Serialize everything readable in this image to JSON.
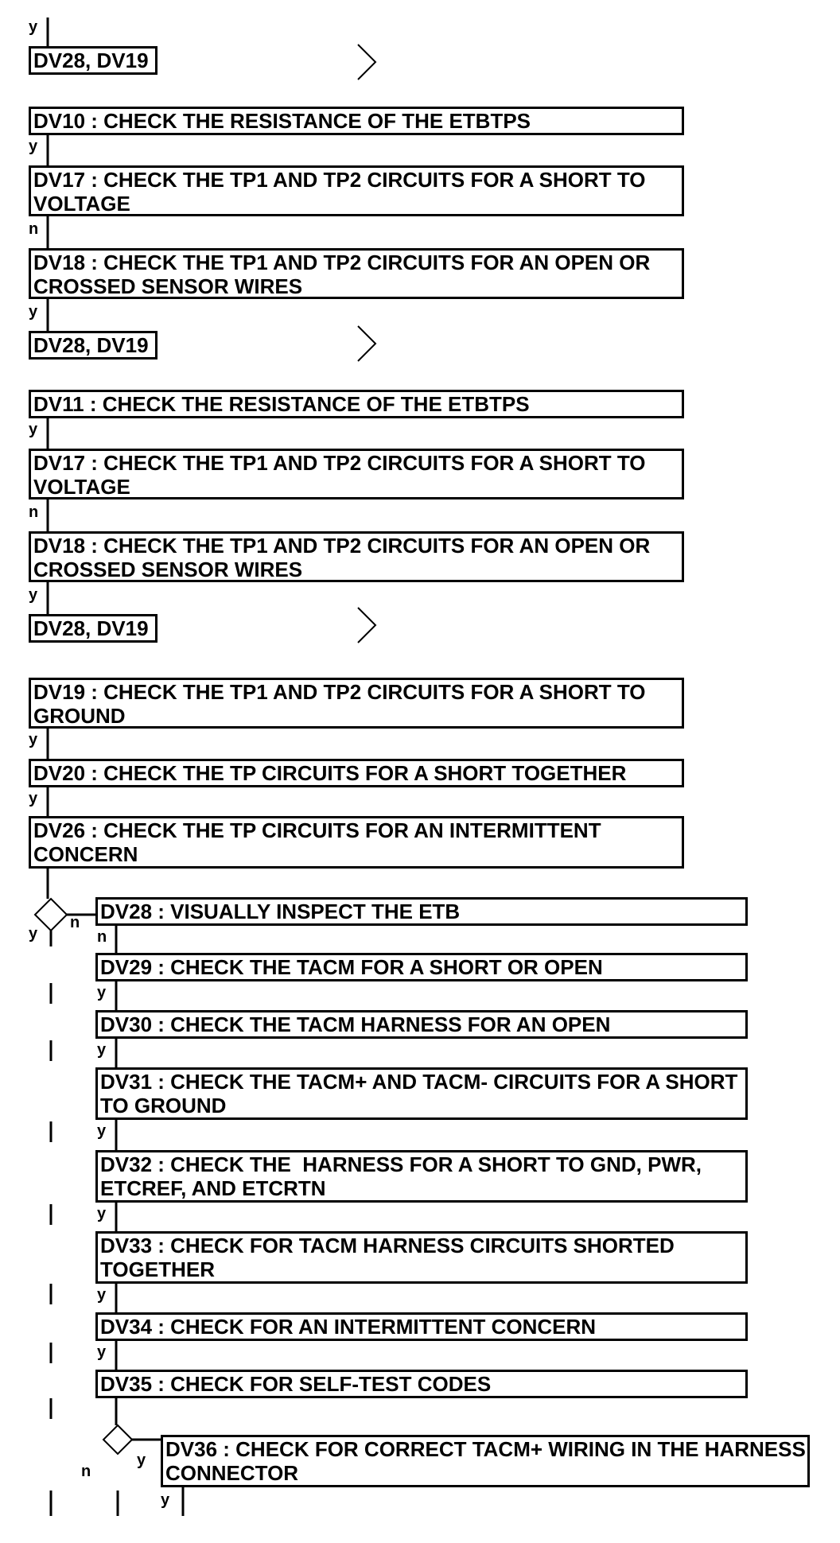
{
  "steps": [
    {
      "id": "dv28a",
      "text": "DV28, DV19"
    },
    {
      "id": "dv10",
      "text": "DV10 : CHECK THE RESISTANCE OF THE ETBTPS"
    },
    {
      "id": "dv17a",
      "text": "DV17 : CHECK THE TP1 AND TP2 CIRCUITS FOR A SHORT TO VOLTAGE"
    },
    {
      "id": "dv18a",
      "text": "DV18 : CHECK THE TP1 AND TP2 CIRCUITS FOR AN OPEN OR CROSSED SENSOR WIRES"
    },
    {
      "id": "dv28b",
      "text": "DV28, DV19"
    },
    {
      "id": "dv11",
      "text": "DV11 : CHECK THE RESISTANCE OF THE ETBTPS"
    },
    {
      "id": "dv17b",
      "text": "DV17 : CHECK THE TP1 AND TP2 CIRCUITS FOR A SHORT TO VOLTAGE"
    },
    {
      "id": "dv18b",
      "text": "DV18 : CHECK THE TP1 AND TP2 CIRCUITS FOR AN OPEN OR CROSSED SENSOR WIRES"
    },
    {
      "id": "dv28c",
      "text": "DV28, DV19"
    },
    {
      "id": "dv19",
      "text": "DV19 : CHECK THE TP1 AND TP2 CIRCUITS FOR A SHORT TO GROUND"
    },
    {
      "id": "dv20",
      "text": "DV20 : CHECK THE TP CIRCUITS FOR A SHORT TOGETHER"
    },
    {
      "id": "dv26",
      "text": "DV26 : CHECK THE TP CIRCUITS FOR AN INTERMITTENT CONCERN"
    },
    {
      "id": "dv28",
      "text": "DV28 : VISUALLY INSPECT THE ETB"
    },
    {
      "id": "dv29",
      "text": "DV29 : CHECK THE TACM FOR A SHORT OR OPEN"
    },
    {
      "id": "dv30",
      "text": "DV30 : CHECK THE TACM HARNESS FOR AN OPEN"
    },
    {
      "id": "dv31",
      "text": "DV31 : CHECK THE TACM+ AND TACM- CIRCUITS FOR A SHORT TO GROUND"
    },
    {
      "id": "dv32",
      "text": "DV32 : CHECK THE  HARNESS FOR A SHORT TO GND, PWR, ETCREF, AND ETCRTN"
    },
    {
      "id": "dv33",
      "text": "DV33 : CHECK FOR TACM HARNESS CIRCUITS SHORTED TOGETHER"
    },
    {
      "id": "dv34",
      "text": "DV34 : CHECK FOR AN INTERMITTENT CONCERN"
    },
    {
      "id": "dv35",
      "text": "DV35 : CHECK FOR SELF-TEST CODES"
    },
    {
      "id": "dv36",
      "text": "DV36 : CHECK FOR CORRECT TACM+ WIRING IN THE HARNESS CONNECTOR"
    }
  ],
  "connector_labels": [
    "y",
    "y",
    "n",
    "y",
    "y",
    "n",
    "y",
    "y",
    "y",
    "n",
    "y",
    "n",
    "y",
    "y",
    "y",
    "y",
    "y",
    "y",
    "n",
    "y",
    "y"
  ]
}
